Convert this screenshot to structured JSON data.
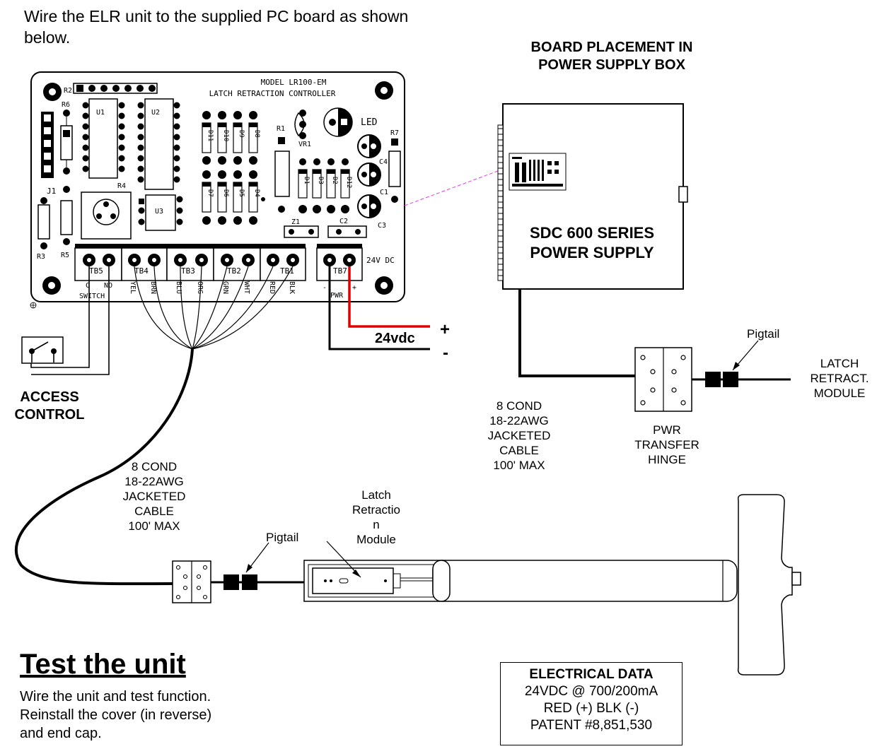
{
  "intro_text": "Wire the ELR unit to the supplied PC board as shown below.",
  "board": {
    "model": "MODEL LR100-EM",
    "title": "LATCH RETRACTION CONTROLLER",
    "components": [
      "R2",
      "R6",
      "U1",
      "U2",
      "R4",
      "U3",
      "J1",
      "R3",
      "R5",
      "R1",
      "VR1",
      "LED",
      "R7",
      "C4",
      "C1",
      "C3",
      "Z1",
      "C2"
    ],
    "diodes_upper": [
      "D11",
      "D10",
      "D9",
      "D8"
    ],
    "diodes_lower": [
      "D7",
      "D6",
      "D5",
      "D4"
    ],
    "diodes_mid": [
      "D1",
      "D3",
      "D2",
      "D12"
    ],
    "terminals": [
      "TB5",
      "TB4",
      "TB3",
      "TB2",
      "TB1",
      "TB7"
    ],
    "supply_label": "24V DC",
    "wire_labels": [
      "C",
      "NO",
      "YEL",
      "BRN",
      "BLU",
      "ORG",
      "GRN",
      "WHT",
      "RED",
      "BLK",
      "-",
      "+"
    ],
    "switch_label": "SWITCH",
    "pwr_label": "PWR"
  },
  "power": {
    "plus": "+",
    "minus": "-",
    "voltage": "24vdc"
  },
  "access_control": "ACCESS CONTROL",
  "board_placement": "BOARD PLACEMENT IN POWER SUPPLY BOX",
  "power_supply": "SDC 600 SERIES POWER SUPPLY",
  "cable_label_right": [
    "8 COND",
    "18-22AWG",
    "JACKETED",
    "CABLE",
    "100' MAX"
  ],
  "cable_label_left": [
    "8 COND",
    "18-22AWG",
    "JACKETED",
    "CABLE",
    "100' MAX"
  ],
  "pigtail_right": "Pigtail",
  "pigtail_left": "Pigtail",
  "latch_module_right": [
    "LATCH",
    "RETRACT.",
    "MODULE"
  ],
  "transfer_hinge": [
    "PWR",
    "TRANSFER",
    "HINGE"
  ],
  "latch_module_left": [
    "Latch",
    "Retractio",
    "n",
    "Module"
  ],
  "test_heading": "Test the unit",
  "test_body": [
    "Wire the unit and test function.",
    "Reinstall the cover (in reverse)",
    "and end cap."
  ],
  "electrical_data": {
    "title": "ELECTRICAL DATA",
    "lines": [
      "24VDC @ 700/200mA",
      "RED (+) BLK (-)",
      "PATENT #8,851,530"
    ]
  },
  "colors": {
    "power_positive": "#e00000",
    "power_negative": "#000000",
    "leader_line": "#e040e0"
  }
}
